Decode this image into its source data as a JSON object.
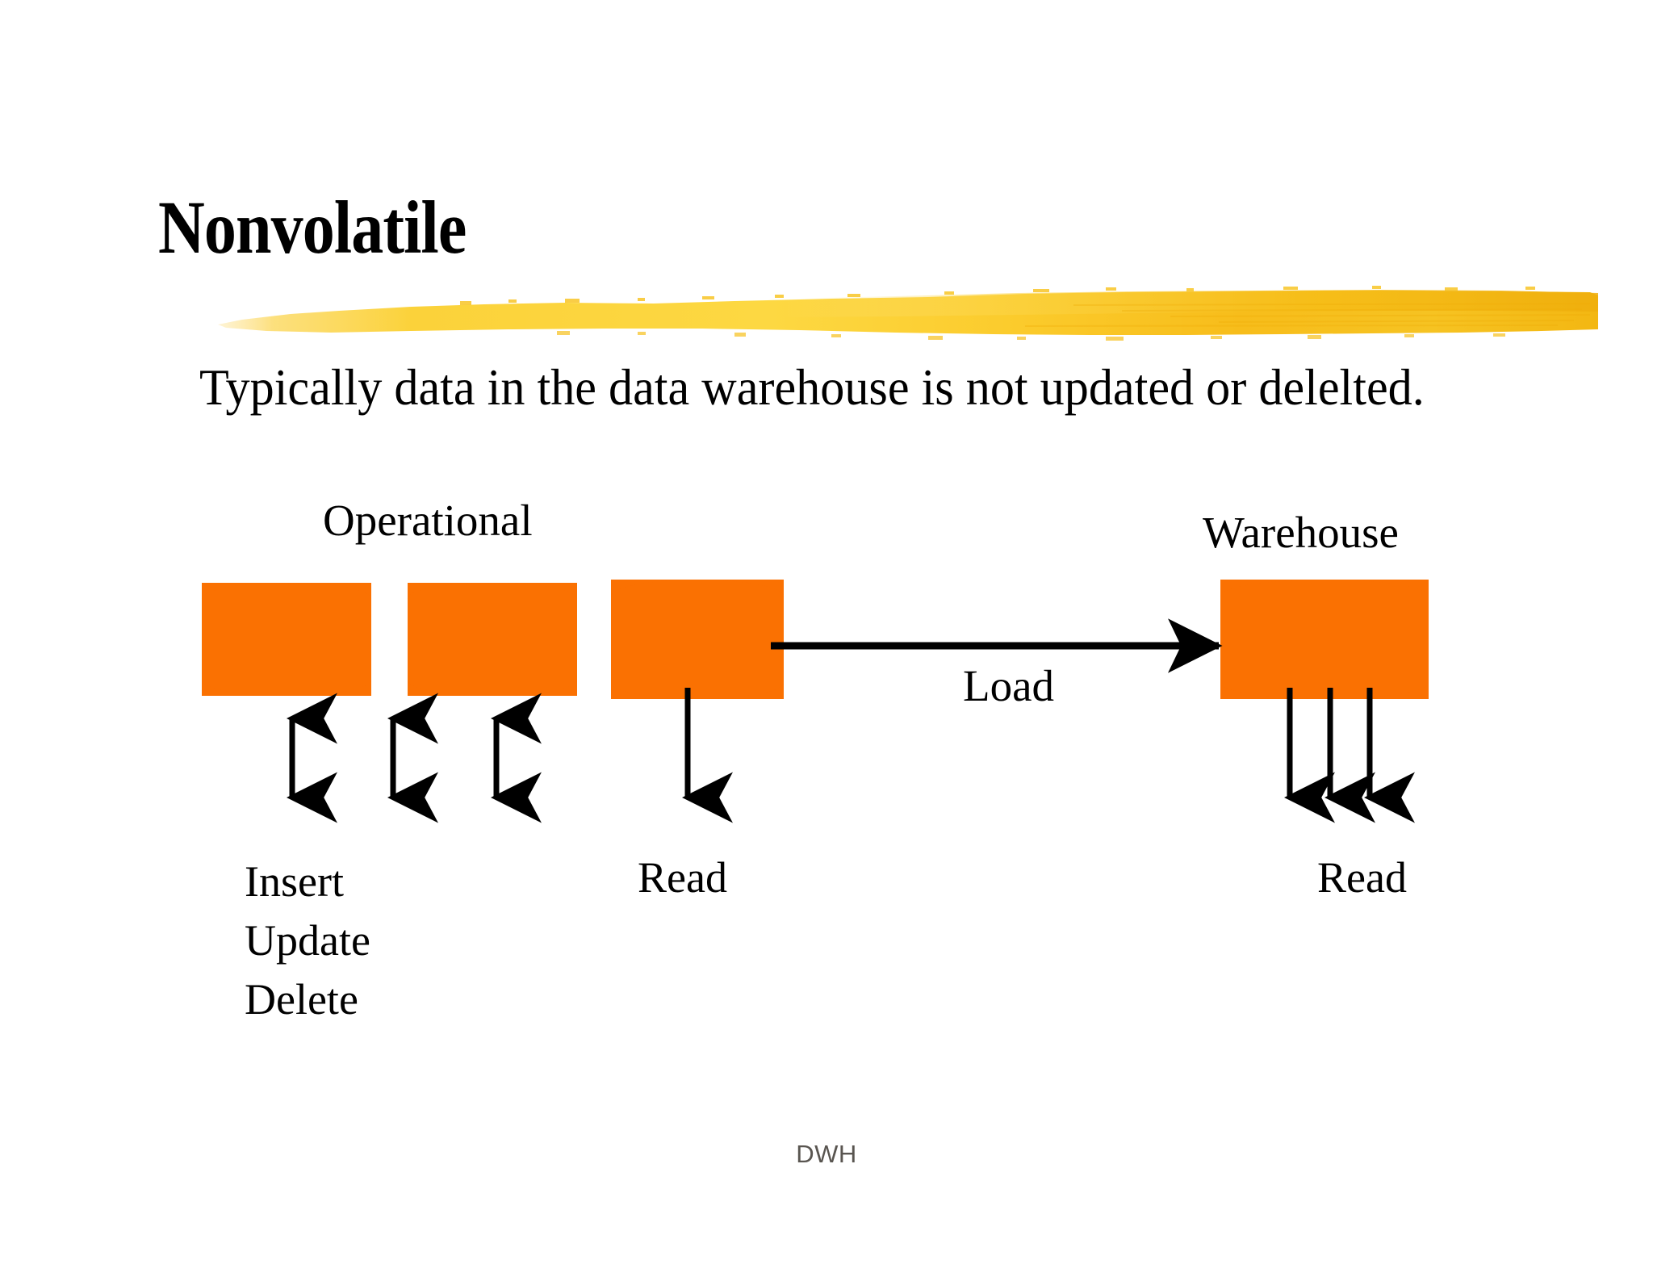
{
  "slide": {
    "title": "Nonvolatile",
    "subtitle": "Typically data in the data warehouse is not updated or delelted.",
    "footer": "DWH",
    "background_color": "#ffffff"
  },
  "colors": {
    "cylinder_orange": "#fa7102",
    "brush_yellow": "#fbd23a",
    "brush_yellow_deep": "#f5b91c",
    "text_black": "#000000",
    "footer_gray": "#595550"
  },
  "diagram": {
    "group_labels": {
      "operational": "Operational",
      "warehouse": "Warehouse"
    },
    "flow_label": "Load",
    "operations": {
      "operational_write": [
        "Insert",
        "Update",
        "Delete"
      ],
      "operational_read": "Read",
      "warehouse_read": "Read"
    },
    "cylinders": [
      {
        "id": "operational-1",
        "group": "operational"
      },
      {
        "id": "operational-2",
        "group": "operational"
      },
      {
        "id": "operational-3",
        "group": "operational"
      },
      {
        "id": "warehouse-1",
        "group": "warehouse"
      }
    ],
    "arrows": [
      {
        "id": "insert-arrow",
        "direction": "bidirectional-vertical"
      },
      {
        "id": "update-arrow",
        "direction": "bidirectional-vertical"
      },
      {
        "id": "delete-arrow",
        "direction": "bidirectional-vertical"
      },
      {
        "id": "operational-read-arrow",
        "direction": "down"
      },
      {
        "id": "load-arrow",
        "direction": "right"
      },
      {
        "id": "warehouse-read-arrow-1",
        "direction": "down"
      },
      {
        "id": "warehouse-read-arrow-2",
        "direction": "down"
      },
      {
        "id": "warehouse-read-arrow-3",
        "direction": "down"
      }
    ]
  }
}
